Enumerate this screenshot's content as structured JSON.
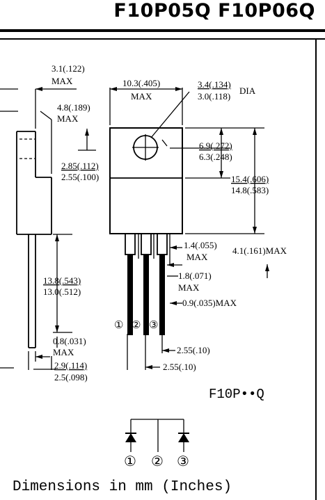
{
  "header": {
    "title": "F10P05Q F10P06Q"
  },
  "dimensions": {
    "lead_tab_thickness": "3.1(.122)",
    "lead_tab_thickness_max": "MAX",
    "top_thickness": "4.8(.189)",
    "top_thickness_max": "MAX",
    "body_width": "10.3(.405)",
    "body_width_max": "MAX",
    "hole_dia_max": "3.4(.134)",
    "hole_dia_min": "3.0(.118)",
    "hole_dia_label": "DIA",
    "hole_height_max": "6.9(.272)",
    "hole_height_min": "6.3(.248)",
    "step_max": "2.85(.112)",
    "step_min": "2.55(.100)",
    "body_height_max": "15.4(.606)",
    "body_height_min": "14.8(.583)",
    "lead_width": "1.4(.055)",
    "lead_width_max": "MAX",
    "lead_offset": "4.1(.161)MAX",
    "lead_shoulder": "1.8(.071)",
    "lead_shoulder_max": "MAX",
    "lead_thin": "0.9(.035)MAX",
    "lead_length_max": "13.8(.543)",
    "lead_length_min": "13.0(.512)",
    "lead_thick": "0.8(.031)",
    "lead_thick_max": "MAX",
    "pitch_1": "2.55(.10)",
    "pitch_2": "2.55(.10)",
    "side_width_max": "2.9(.114)",
    "side_width_min": "2.5(.098)"
  },
  "pins": {
    "p1": "①",
    "p2": "②",
    "p3": "③"
  },
  "part_code": "F10P••Q",
  "footer": {
    "caption": "Dimensions in mm (Inches)"
  }
}
